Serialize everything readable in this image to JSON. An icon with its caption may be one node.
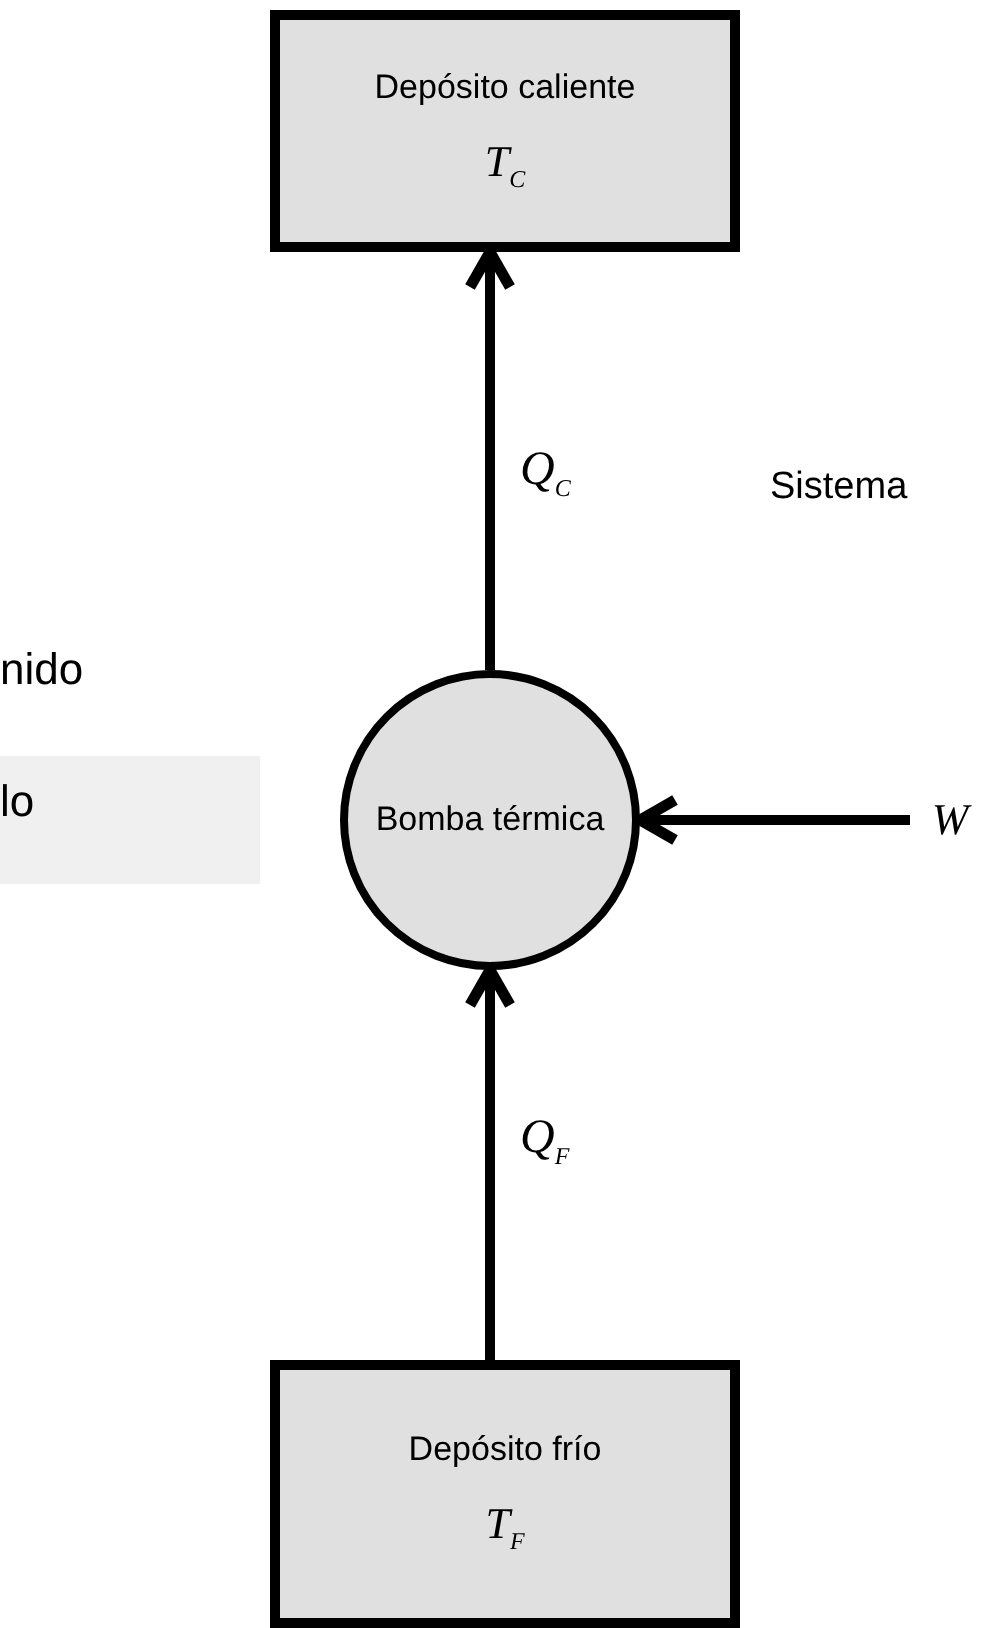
{
  "diagram": {
    "nodes": [
      {
        "text": [
          "Depósito caliente",
          "T$_{C}$"
        ]
      },
      {
        "text": [
          "Bomba térmica"
        ]
      },
      {
        "text": [
          "Depósito frío",
          "T$_{F}$"
        ]
      },
      {
        "text": [
          "W"
        ]
      }
    ],
    "edges": [
      {
        "from": 1,
        "to": 0,
        "arrow": "to",
        "label": "Q$_{C}$"
      },
      {
        "from": 2,
        "to": 1,
        "arrow": "to",
        "label": "Q$_{F}$"
      },
      {
        "from": 3,
        "to": 1,
        "arrow": "to"
      }
    ],
    "labels": [
      "Sistema",
      "nido",
      "lo"
    ]
  }
}
